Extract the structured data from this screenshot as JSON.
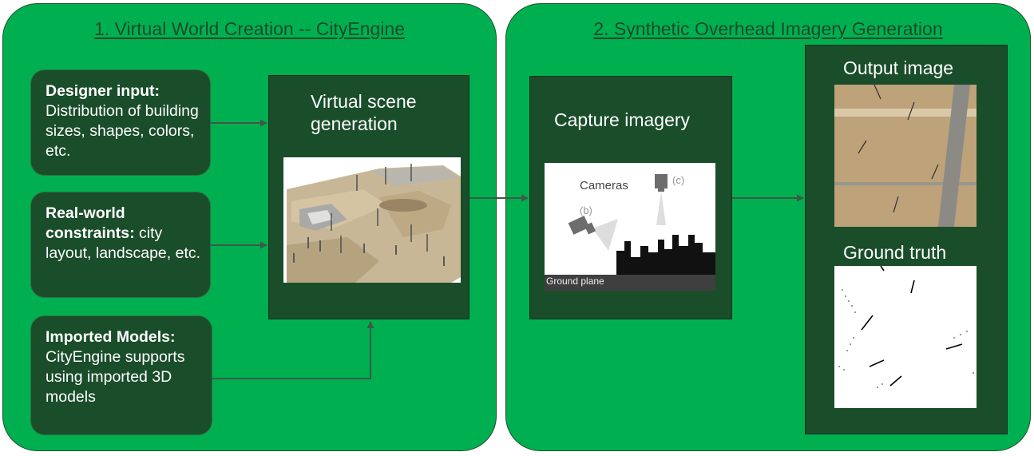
{
  "panel1": {
    "title": "1. Virtual World Creation -- CityEngine",
    "designer_input": {
      "heading": "Designer input:",
      "body": "Distribution of building sizes, shapes, colors, etc."
    },
    "real_world": {
      "heading": "Real-world constraints:",
      "body": " city layout, landscape, etc."
    },
    "imported_models": {
      "heading": "Imported Models:",
      "body": "CityEngine supports using imported 3D models"
    },
    "virtual_scene": {
      "title_line1": "Virtual scene",
      "title_line2": "generation"
    }
  },
  "panel2": {
    "title": "2. Synthetic Overhead Imagery Generation",
    "capture": {
      "title": "Capture imagery",
      "cameras_label": "Cameras",
      "cam_b": "(b)",
      "cam_c": "(c)",
      "ground_plane": "Ground plane"
    },
    "output": {
      "title": "Output image"
    },
    "ground_truth": {
      "title": "Ground truth"
    }
  },
  "colors": {
    "panel": "#00b050",
    "box": "#1a4d2a",
    "arrow": "#3d5a46"
  }
}
